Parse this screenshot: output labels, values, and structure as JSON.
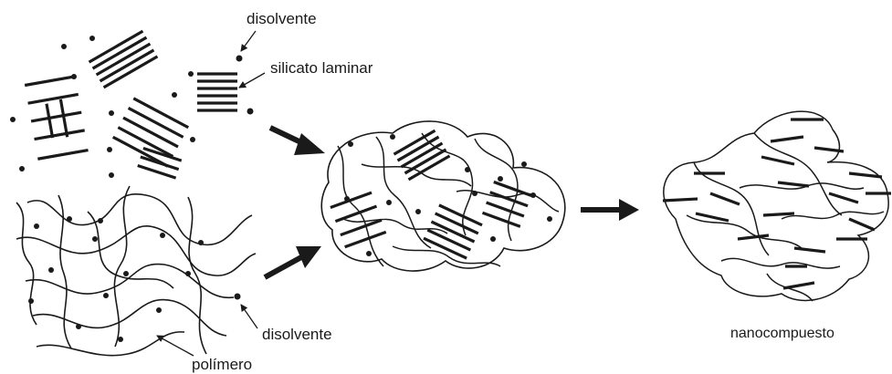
{
  "labels": {
    "solvent_top": "disolvente",
    "silicate": "silicato laminar",
    "solvent_bottom": "disolvente",
    "polymer": "polímero",
    "nanocomposite": "nanocompuesto"
  },
  "colors": {
    "ink": "#1a1a1a",
    "background": "#ffffff"
  }
}
